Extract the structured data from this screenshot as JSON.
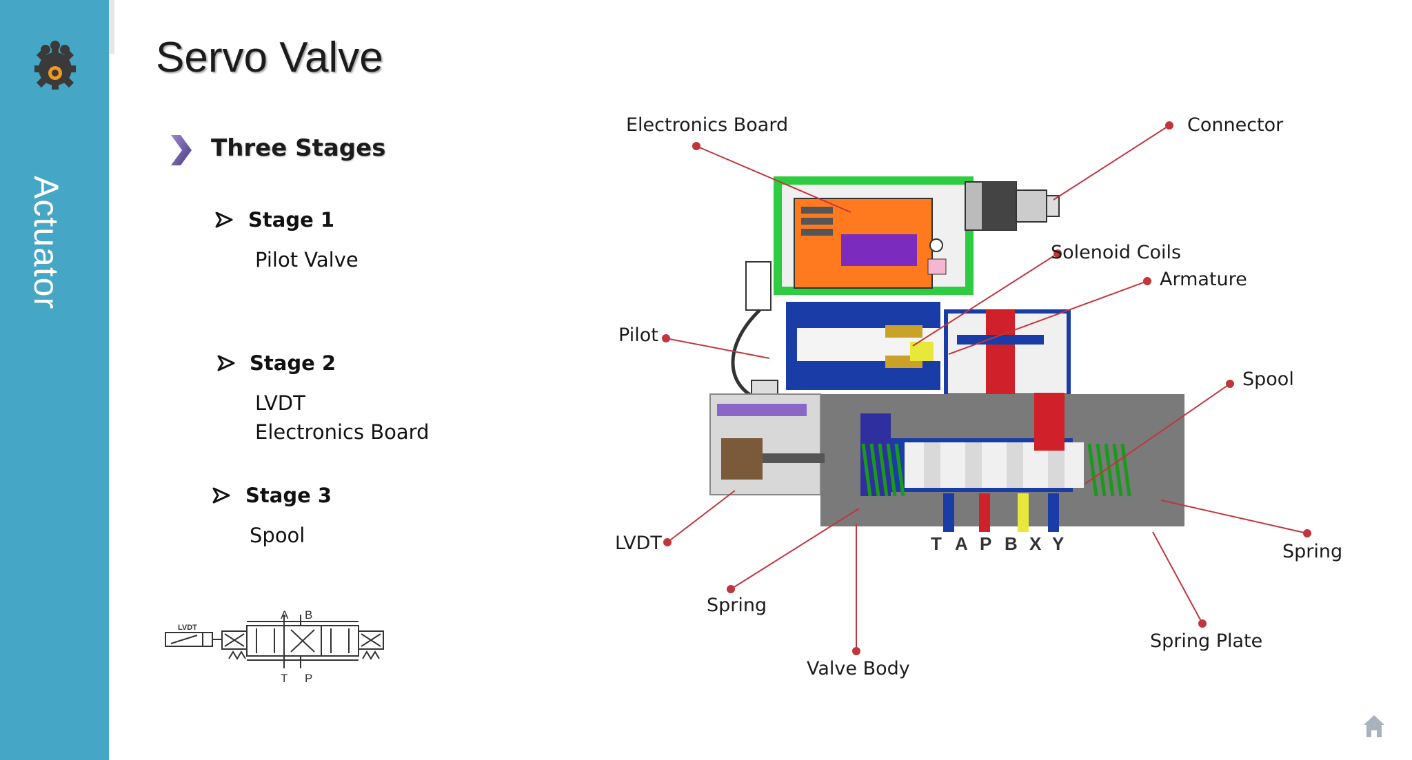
{
  "sidebar": {
    "title": "Actuator",
    "logo_icon": "gear-people-icon",
    "color": "#45a6c6"
  },
  "slide": {
    "title": "Servo Valve",
    "heading": "Three Stages",
    "stages": [
      {
        "label": "Stage 1",
        "items": [
          "Pilot Valve"
        ]
      },
      {
        "label": "Stage 2",
        "items": [
          "LVDT",
          "Electronics Board"
        ]
      },
      {
        "label": "Stage 3",
        "items": [
          "Spool"
        ]
      }
    ]
  },
  "symbol": {
    "lvdt": "LVDT",
    "port_a": "A",
    "port_b": "B",
    "port_t": "T",
    "port_p": "P"
  },
  "diagram": {
    "callouts": {
      "electronics_board": "Electronics Board",
      "connector": "Connector",
      "solenoid_coils": "Solenoid Coils",
      "armature": "Armature",
      "pilot": "Pilot",
      "spool": "Spool",
      "lvdt": "LVDT",
      "spring_left": "Spring",
      "spring_right": "Spring",
      "valve_body": "Valve Body",
      "spring_plate": "Spring Plate"
    },
    "ports": [
      "T",
      "A",
      "P",
      "B",
      "X",
      "Y"
    ],
    "leader_color": "#c0363c"
  },
  "footer": {
    "home_icon": "home-icon"
  }
}
